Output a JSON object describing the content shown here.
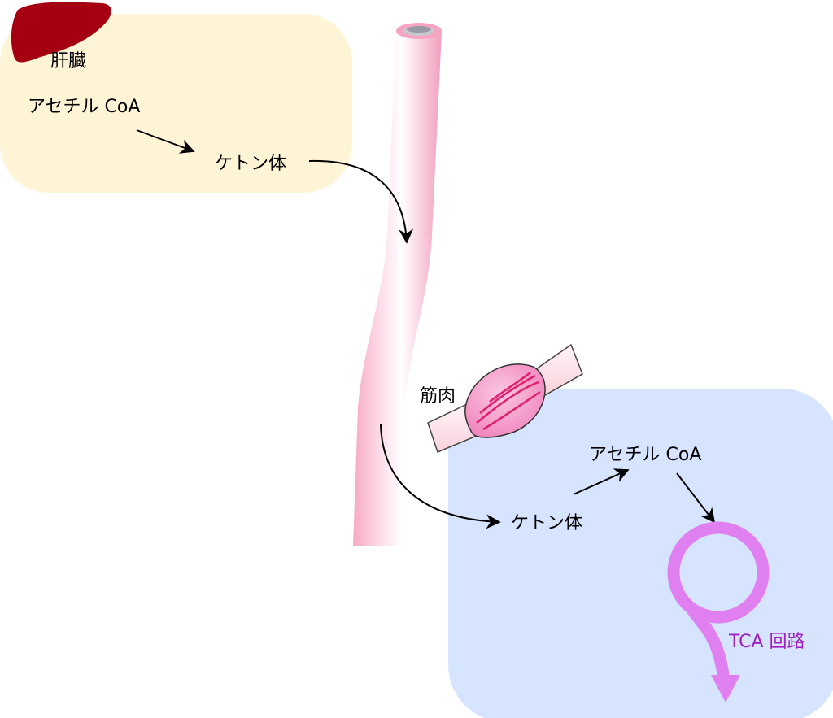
{
  "liver": {
    "label": "肝臓",
    "acetyl_coa": "アセチル CoA",
    "ketone": "ケトン体"
  },
  "muscle": {
    "label": "筋肉",
    "acetyl_coa": "アセチル CoA",
    "ketone": "ケトン体",
    "tca": "TCA 回路"
  },
  "colors": {
    "liver_region": "#fff5d6",
    "muscle_region": "#d6e4ff",
    "liver_organ": "#a50012",
    "vessel": "#f8b4cc",
    "muscle_organ": "#f08cc0",
    "tca_cycle": "#e080f0",
    "tca_text": "#a020c0",
    "arrow": "#000000"
  },
  "icons": {
    "liver": "liver-icon",
    "muscle": "muscle-icon",
    "vessel": "blood-vessel-icon"
  }
}
